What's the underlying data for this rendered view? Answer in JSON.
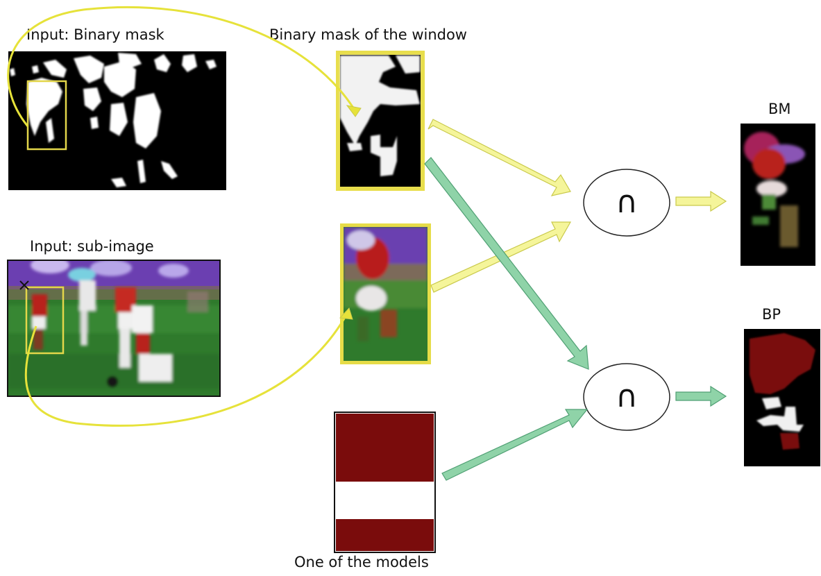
{
  "labels": {
    "input_binary_mask": "Input: Binary mask",
    "window_binary_mask": "Binary mask of the window",
    "input_sub_image": "Input: sub-image",
    "one_of_models": "One of the models",
    "bm": "BM",
    "bp": "BP",
    "intersection_top": "∩",
    "intersection_bottom": "∩"
  },
  "colors": {
    "yellow_arrow": "#f5f59a",
    "yellow_arrow_stroke": "#c9c94a",
    "green_arrow": "#8fd3a8",
    "green_arrow_stroke": "#4f9f73",
    "yellow_curve": "#e6e23a",
    "window_box": "#e8d84a",
    "model_red": "#7a0c0c",
    "field_green": "#2f7d2a",
    "stand_purple": "#6a3fb0"
  }
}
